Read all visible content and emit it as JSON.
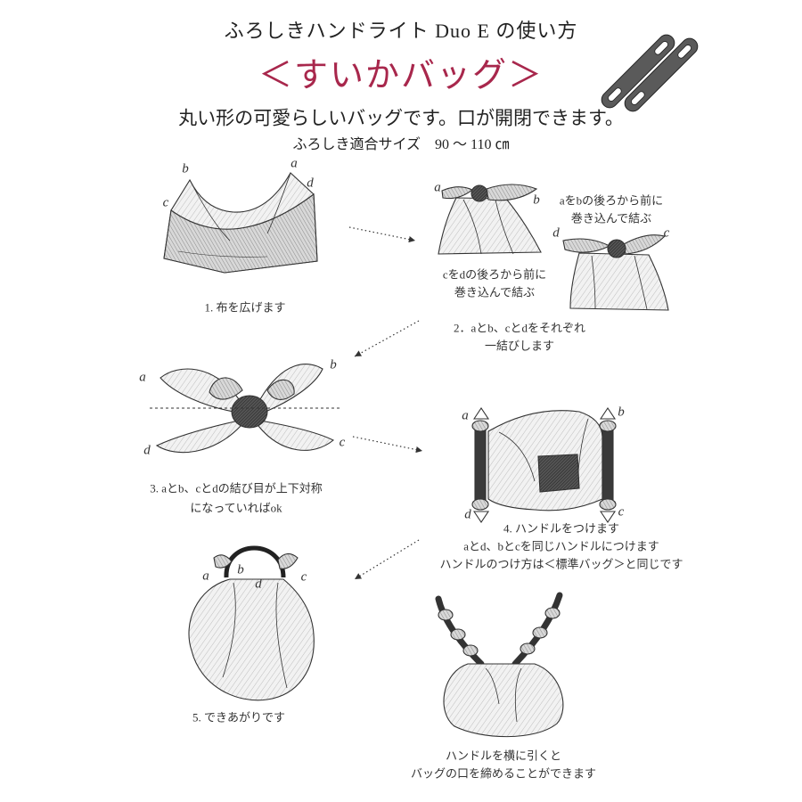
{
  "header": {
    "title": "ふろしきハンドライト Duo E の使い方",
    "subtitle": "＜すいかバッグ＞",
    "description": "丸い形の可愛らしいバッグです。口が開閉できます。",
    "size": "ふろしき適合サイズ　90 〜 110 ㎝"
  },
  "steps": {
    "step1": {
      "caption": "1. 布を広げます"
    },
    "step2": {
      "note_ab": [
        "aをbの後ろから前に",
        "巻き込んで結ぶ"
      ],
      "note_cd": [
        "cをdの後ろから前に",
        "巻き込んで結ぶ"
      ],
      "caption": [
        "2．aとb、cとdをそれぞれ",
        "一結びします"
      ]
    },
    "step3": {
      "caption": [
        "3. aとb、cとdの結び目が上下対称",
        "になっていればok"
      ]
    },
    "step4": {
      "caption": [
        "4. ハンドルをつけます",
        "aとd、bとcを同じハンドルにつけます",
        "ハンドルのつけ方は＜標準バッグ＞と同じです"
      ]
    },
    "step5": {
      "caption": "5. できあがりです"
    },
    "tip": {
      "caption": [
        "ハンドルを横に引くと",
        "バッグの口を締めることができます"
      ]
    }
  },
  "labels": {
    "a": "a",
    "b": "b",
    "c": "c",
    "d": "d"
  },
  "colors": {
    "accent": "#a8274c",
    "ink": "#333333"
  },
  "icons": {
    "handles": "handle-pair-icon",
    "arrow": "dotted-arrow-icon"
  }
}
